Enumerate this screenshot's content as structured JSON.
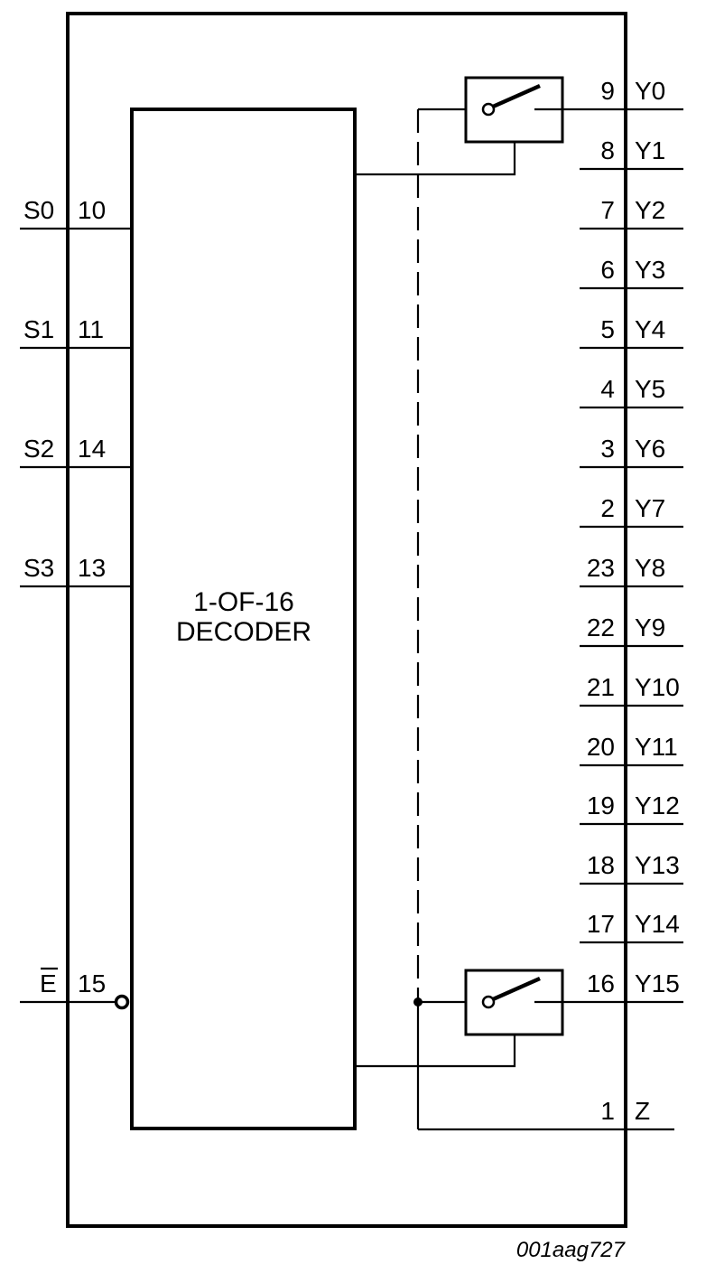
{
  "decoder": {
    "line1": "1-OF-16",
    "line2": "DECODER"
  },
  "inputs": [
    {
      "name": "S0",
      "pin": "10"
    },
    {
      "name": "S1",
      "pin": "11"
    },
    {
      "name": "S2",
      "pin": "14"
    },
    {
      "name": "S3",
      "pin": "13"
    }
  ],
  "enable": {
    "name": "E",
    "pin": "15",
    "overbar": true
  },
  "outputs": [
    {
      "name": "Y0",
      "pin": "9"
    },
    {
      "name": "Y1",
      "pin": "8"
    },
    {
      "name": "Y2",
      "pin": "7"
    },
    {
      "name": "Y3",
      "pin": "6"
    },
    {
      "name": "Y4",
      "pin": "5"
    },
    {
      "name": "Y5",
      "pin": "4"
    },
    {
      "name": "Y6",
      "pin": "3"
    },
    {
      "name": "Y7",
      "pin": "2"
    },
    {
      "name": "Y8",
      "pin": "23"
    },
    {
      "name": "Y9",
      "pin": "22"
    },
    {
      "name": "Y10",
      "pin": "21"
    },
    {
      "name": "Y11",
      "pin": "20"
    },
    {
      "name": "Y12",
      "pin": "19"
    },
    {
      "name": "Y13",
      "pin": "18"
    },
    {
      "name": "Y14",
      "pin": "17"
    },
    {
      "name": "Y15",
      "pin": "16"
    }
  ],
  "common": {
    "name": "Z",
    "pin": "1"
  },
  "figure_id": "001aag727"
}
